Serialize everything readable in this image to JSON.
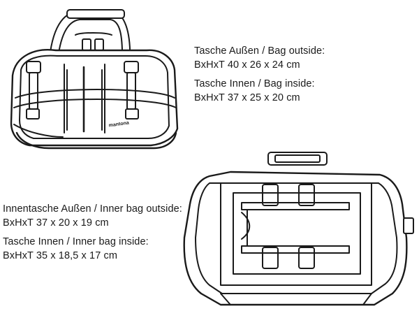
{
  "brand": "mantona",
  "outer_bag": {
    "outside_title": "Tasche Außen / Bag outside:",
    "outside_dims": "BxHxT 40 x 26 x 24 cm",
    "inside_title": "Tasche Innen / Bag inside:",
    "inside_dims": "BxHxT 37 x 25 x 20 cm"
  },
  "inner_bag": {
    "outside_title": "Innentasche Außen / Inner bag outside:",
    "outside_dims": "BxHxT 37 x 20 x 19 cm",
    "inside_title": "Tasche Innen / Inner bag inside:",
    "inside_dims": "BxHxT 35 x 18,5 x 17 cm"
  }
}
